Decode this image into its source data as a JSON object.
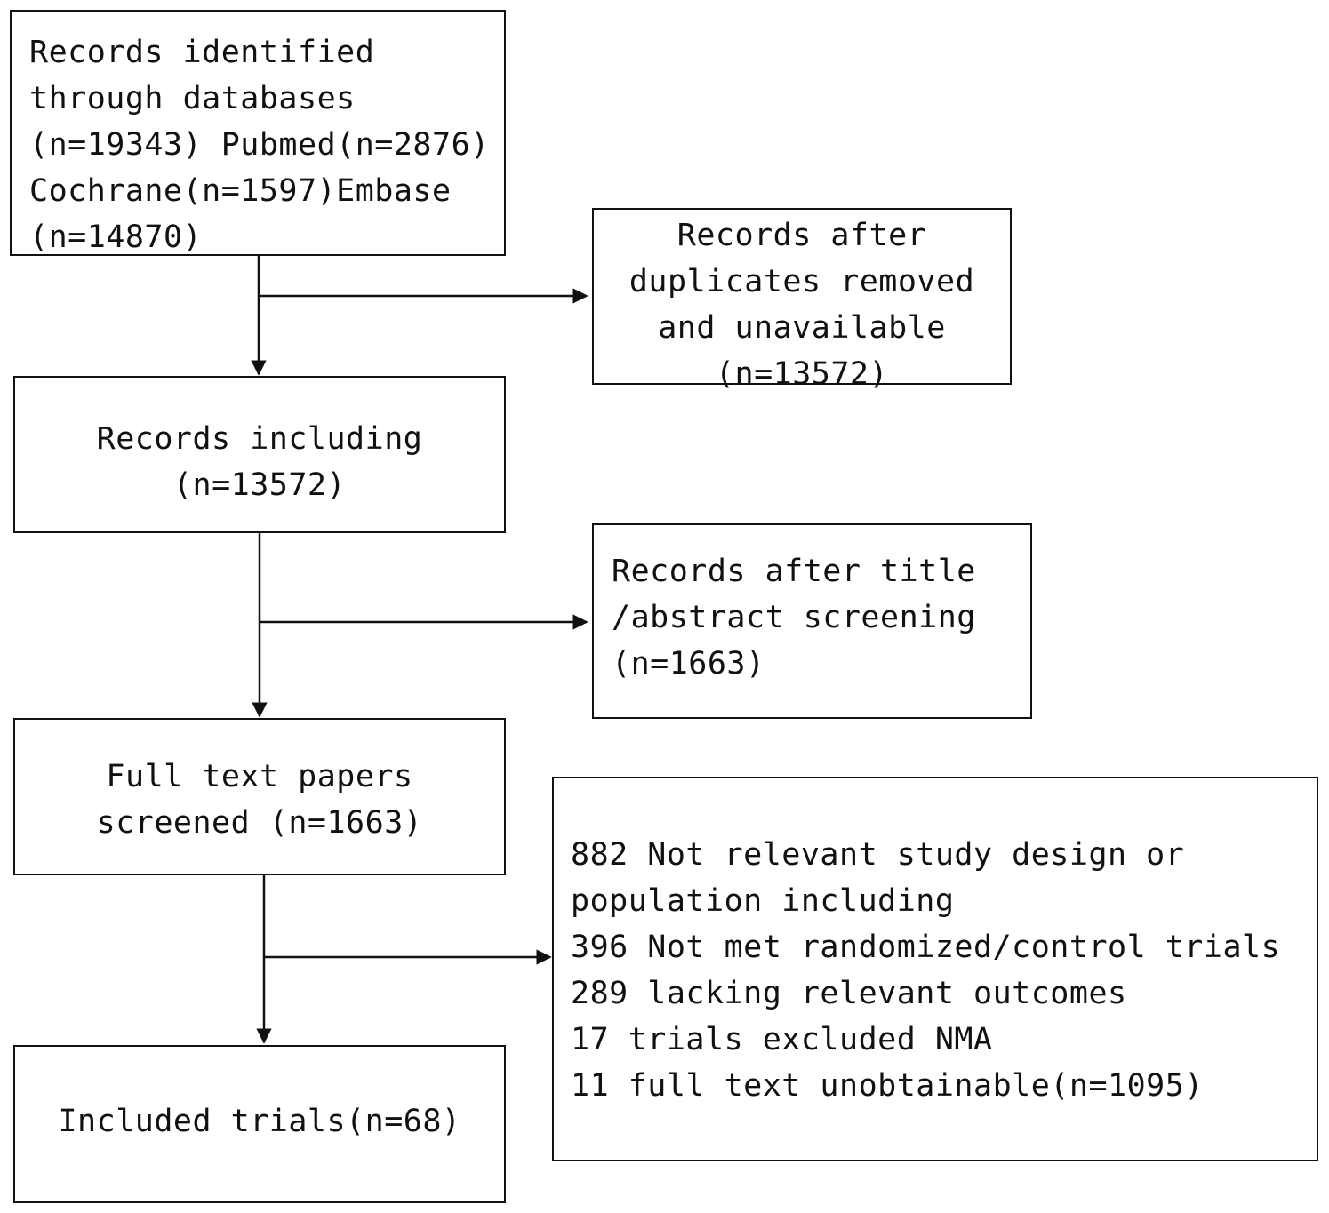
{
  "boxes": {
    "identified": {
      "lines": [
        "Records identified",
        "through databases",
        "(n=19343) Pubmed(n=2876)",
        "Cochrane(n=1597)Embase",
        "(n=14870)"
      ]
    },
    "duplicates": {
      "lines": [
        "Records after",
        "duplicates removed",
        "and unavailable",
        "(n=13572)"
      ]
    },
    "including": {
      "lines": [
        "Records including",
        "(n=13572)"
      ]
    },
    "title_screening": {
      "lines": [
        "Records after title",
        "/abstract screening",
        "(n=1663)"
      ]
    },
    "fulltext": {
      "lines": [
        "Full text papers",
        "screened (n=1663)"
      ]
    },
    "excluded": {
      "lines": [
        "882 Not relevant study design or",
        "population including",
        "396 Not met randomized/control trials",
        "289 lacking relevant outcomes",
        "17 trials excluded NMA",
        "11 full text unobtainable(n=1095)"
      ]
    },
    "included": {
      "lines": [
        "Included trials(n=68)"
      ]
    }
  },
  "colors": {
    "stroke": "#111111",
    "background": "#ffffff",
    "text": "#111111"
  }
}
